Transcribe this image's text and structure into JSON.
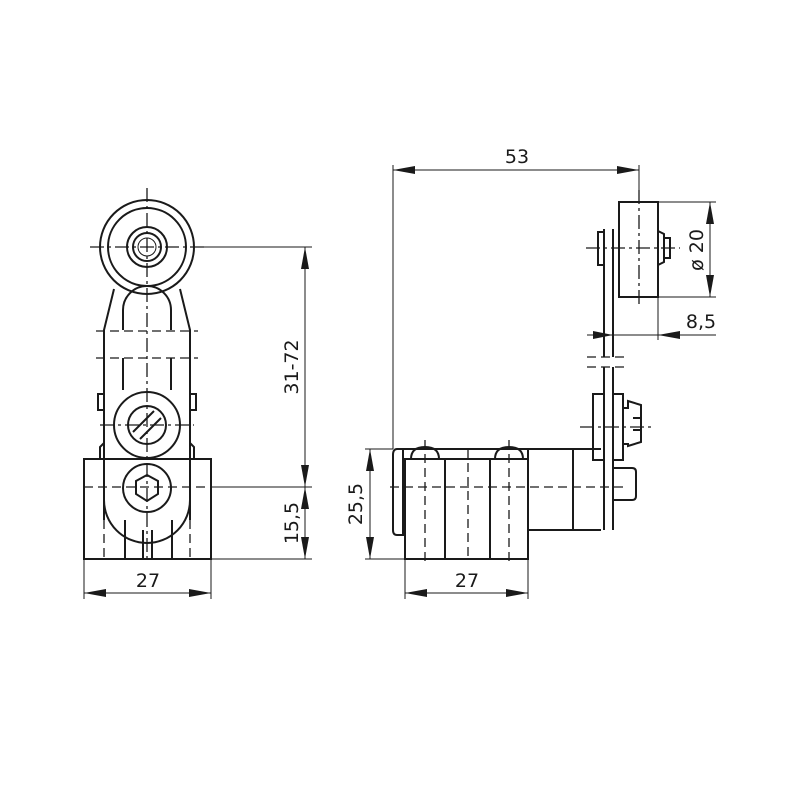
{
  "drawing": {
    "front_view": {
      "dim_lever_length": "31-72",
      "dim_axis_height": "15,5",
      "dim_width": "27"
    },
    "side_view": {
      "dim_overall_length": "53",
      "dim_roller_diameter": "ø 20",
      "dim_roller_width": "8,5",
      "dim_body_height": "25,5",
      "dim_width": "27"
    }
  }
}
